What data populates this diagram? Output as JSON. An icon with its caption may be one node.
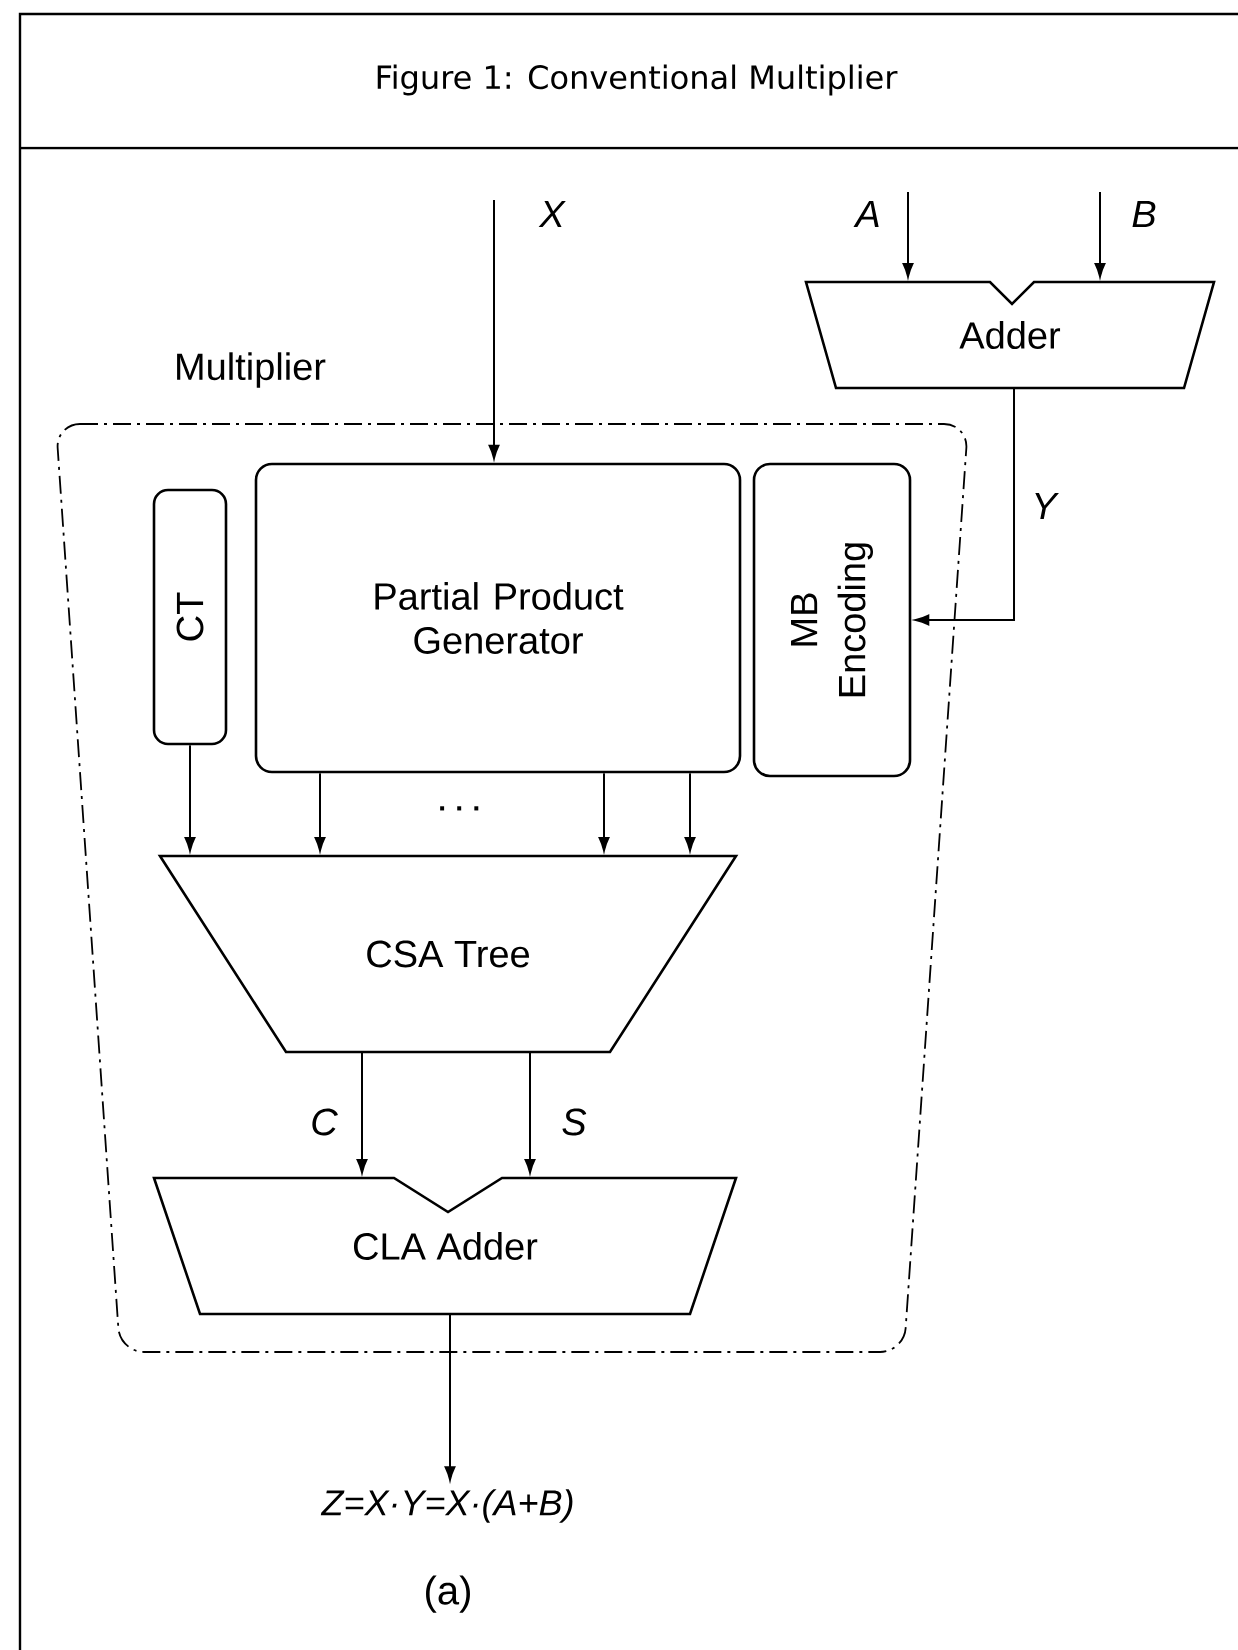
{
  "diagram": {
    "title": "Figure 1: Conventional Multiplier",
    "caption": "(a)",
    "nodes": [
      {
        "text": [
          "Multiplier"
        ]
      },
      {
        "text": [
          "Adder"
        ]
      },
      {
        "text": [
          "CT"
        ],
        "in": 0
      },
      {
        "text": [
          "Partial Product Generator"
        ],
        "in": 0
      },
      {
        "text": [
          "MB Encoding"
        ],
        "in": 0
      },
      {
        "text": [
          "CSA Tree"
        ],
        "in": 0
      },
      {
        "text": [
          "CLA Adder"
        ],
        "in": 0
      },
      {
        "text": [
          "Z=X·Y=X·(A+B)"
        ]
      }
    ],
    "edges": [
      {
        "from": null,
        "to": 3,
        "arrow": "to",
        "label": "X"
      },
      {
        "from": null,
        "to": 1,
        "arrow": "to",
        "label": "A"
      },
      {
        "from": null,
        "to": 1,
        "arrow": "to",
        "label": "B"
      },
      {
        "from": 1,
        "to": 4,
        "arrow": "to",
        "label": "Y"
      },
      {
        "from": 2,
        "to": 5,
        "arrow": "to"
      },
      {
        "from": 3,
        "to": 5,
        "arrow": "to"
      },
      {
        "from": 3,
        "to": 5,
        "arrow": "to"
      },
      {
        "from": 3,
        "to": 5,
        "arrow": "to"
      },
      {
        "from": 5,
        "to": 6,
        "arrow": "to",
        "label": "C"
      },
      {
        "from": 5,
        "to": 6,
        "arrow": "to",
        "label": "S"
      },
      {
        "from": 6,
        "to": 7,
        "arrow": "to"
      }
    ],
    "labels": [
      "· · ·"
    ]
  }
}
